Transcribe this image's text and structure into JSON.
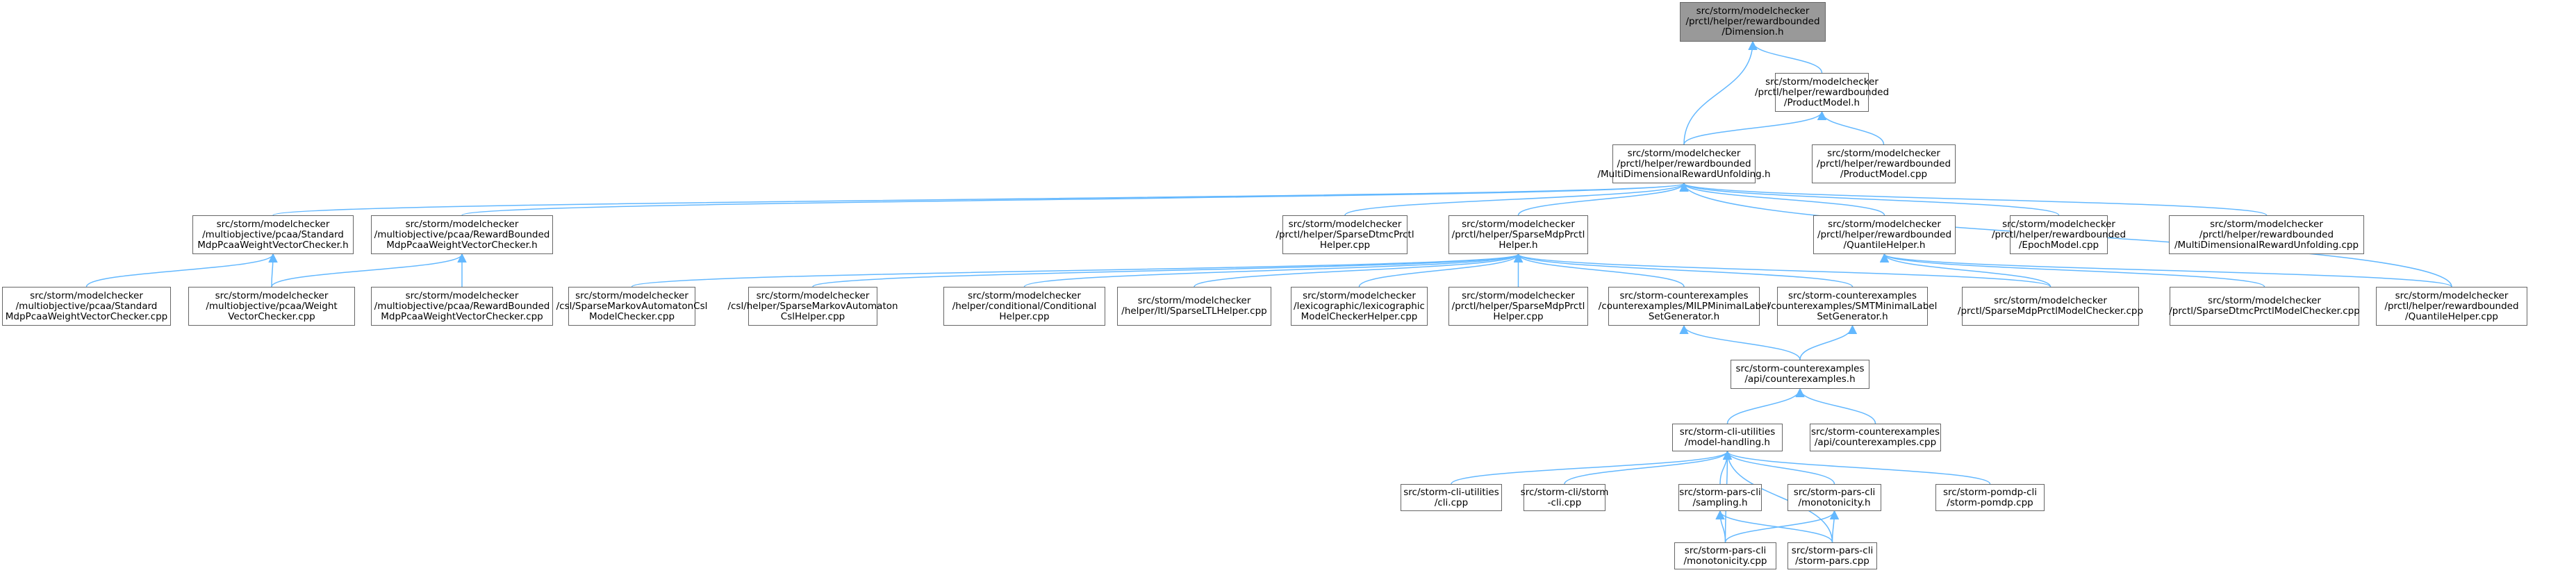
{
  "nodes": {
    "dimension_h": {
      "label": "src/storm/modelchecker\n/prctl/helper/rewardbounded\n/Dimension.h"
    },
    "productmodel_h": {
      "label": "src/storm/modelchecker\n/prctl/helper/rewardbounded\n/ProductModel.h"
    },
    "mdru_h": {
      "label": "src/storm/modelchecker\n/prctl/helper/rewardbounded\n/MultiDimensionalRewardUnfolding.h"
    },
    "productmodel_cpp": {
      "label": "src/storm/modelchecker\n/prctl/helper/rewardbounded\n/ProductModel.cpp"
    },
    "std_wvc_h": {
      "label": "src/storm/modelchecker\n/multiobjective/pcaa/Standard\nMdpPcaaWeightVectorChecker.h"
    },
    "rb_wvc_h": {
      "label": "src/storm/modelchecker\n/multiobjective/pcaa/RewardBounded\nMdpPcaaWeightVectorChecker.h"
    },
    "sparsedtmc_helper_cpp": {
      "label": "src/storm/modelchecker\n/prctl/helper/SparseDtmcPrctl\nHelper.cpp"
    },
    "sparsemdp_helper_h": {
      "label": "src/storm/modelchecker\n/prctl/helper/SparseMdpPrctl\nHelper.h"
    },
    "quantilehelper_h": {
      "label": "src/storm/modelchecker\n/prctl/helper/rewardbounded\n/QuantileHelper.h"
    },
    "epochmodel_cpp": {
      "label": "src/storm/modelchecker\n/prctl/helper/rewardbounded\n/EpochModel.cpp"
    },
    "mdru_cpp": {
      "label": "src/storm/modelchecker\n/prctl/helper/rewardbounded\n/MultiDimensionalRewardUnfolding.cpp"
    },
    "std_wvc_cpp": {
      "label": "src/storm/modelchecker\n/multiobjective/pcaa/Standard\nMdpPcaaWeightVectorChecker.cpp"
    },
    "wvc_cpp": {
      "label": "src/storm/modelchecker\n/multiobjective/pcaa/Weight\nVectorChecker.cpp"
    },
    "rb_wvc_cpp": {
      "label": "src/storm/modelchecker\n/multiobjective/pcaa/RewardBounded\nMdpPcaaWeightVectorChecker.cpp"
    },
    "csl_smac_cpp": {
      "label": "src/storm/modelchecker\n/csl/SparseMarkovAutomatonCsl\nModelChecker.cpp"
    },
    "csl_smacsl_helper_cpp": {
      "label": "src/storm/modelchecker\n/csl/helper/SparseMarkovAutomaton\nCslHelper.cpp"
    },
    "conditional_helper_cpp": {
      "label": "src/storm/modelchecker\n/helper/conditional/Conditional\nHelper.cpp"
    },
    "sparseltl_helper_cpp": {
      "label": "src/storm/modelchecker\n/helper/ltl/SparseLTLHelper.cpp"
    },
    "lexico_helper_cpp": {
      "label": "src/storm/modelchecker\n/lexicographic/lexicographic\nModelCheckerHelper.cpp"
    },
    "sparsemdp_helper_cpp": {
      "label": "src/storm/modelchecker\n/prctl/helper/SparseMdpPrctl\nHelper.cpp"
    },
    "milp_h": {
      "label": "src/storm-counterexamples\n/counterexamples/MILPMinimalLabel\nSetGenerator.h"
    },
    "smt_h": {
      "label": "src/storm-counterexamples\n/counterexamples/SMTMinimalLabel\nSetGenerator.h"
    },
    "sparsemdp_mc_cpp": {
      "label": "src/storm/modelchecker\n/prctl/SparseMdpPrctlModelChecker.cpp"
    },
    "sparsedtmc_mc_cpp": {
      "label": "src/storm/modelchecker\n/prctl/SparseDtmcPrctlModelChecker.cpp"
    },
    "quantilehelper_cpp": {
      "label": "src/storm/modelchecker\n/prctl/helper/rewardbounded\n/QuantileHelper.cpp"
    },
    "api_counterexamples_h": {
      "label": "src/storm-counterexamples\n/api/counterexamples.h"
    },
    "model_handling_h": {
      "label": "src/storm-cli-utilities\n/model-handling.h"
    },
    "api_counterexamples_cpp": {
      "label": "src/storm-counterexamples\n/api/counterexamples.cpp"
    },
    "cli_cpp": {
      "label": "src/storm-cli-utilities\n/cli.cpp"
    },
    "storm_cli_cpp": {
      "label": "src/storm-cli/storm\n-cli.cpp"
    },
    "sampling_h": {
      "label": "src/storm-pars-cli\n/sampling.h"
    },
    "monotonicity_h": {
      "label": "src/storm-pars-cli\n/monotonicity.h"
    },
    "storm_pomdp_cpp": {
      "label": "src/storm-pomdp-cli\n/storm-pomdp.cpp"
    },
    "monotonicity_cpp": {
      "label": "src/storm-pars-cli\n/monotonicity.cpp"
    },
    "storm_pars_cpp": {
      "label": "src/storm-pars-cli\n/storm-pars.cpp"
    }
  },
  "edges": [
    [
      "productmodel_h",
      "dimension_h"
    ],
    [
      "mdru_h",
      "dimension_h"
    ],
    [
      "mdru_h",
      "productmodel_h"
    ],
    [
      "productmodel_cpp",
      "productmodel_h"
    ],
    [
      "std_wvc_h",
      "mdru_h"
    ],
    [
      "rb_wvc_h",
      "mdru_h"
    ],
    [
      "sparsedtmc_helper_cpp",
      "mdru_h"
    ],
    [
      "sparsemdp_helper_h",
      "mdru_h"
    ],
    [
      "quantilehelper_h",
      "mdru_h"
    ],
    [
      "epochmodel_cpp",
      "mdru_h"
    ],
    [
      "mdru_cpp",
      "mdru_h"
    ],
    [
      "quantilehelper_cpp",
      "mdru_h"
    ],
    [
      "std_wvc_cpp",
      "std_wvc_h"
    ],
    [
      "wvc_cpp",
      "std_wvc_h"
    ],
    [
      "wvc_cpp",
      "rb_wvc_h"
    ],
    [
      "rb_wvc_cpp",
      "rb_wvc_h"
    ],
    [
      "csl_smac_cpp",
      "sparsemdp_helper_h"
    ],
    [
      "csl_smacsl_helper_cpp",
      "sparsemdp_helper_h"
    ],
    [
      "conditional_helper_cpp",
      "sparsemdp_helper_h"
    ],
    [
      "sparseltl_helper_cpp",
      "sparsemdp_helper_h"
    ],
    [
      "lexico_helper_cpp",
      "sparsemdp_helper_h"
    ],
    [
      "sparsemdp_helper_cpp",
      "sparsemdp_helper_h"
    ],
    [
      "milp_h",
      "sparsemdp_helper_h"
    ],
    [
      "smt_h",
      "sparsemdp_helper_h"
    ],
    [
      "sparsemdp_mc_cpp",
      "sparsemdp_helper_h"
    ],
    [
      "sparsemdp_mc_cpp",
      "quantilehelper_h"
    ],
    [
      "sparsedtmc_mc_cpp",
      "quantilehelper_h"
    ],
    [
      "quantilehelper_cpp",
      "quantilehelper_h"
    ],
    [
      "api_counterexamples_h",
      "milp_h"
    ],
    [
      "api_counterexamples_h",
      "smt_h"
    ],
    [
      "model_handling_h",
      "api_counterexamples_h"
    ],
    [
      "api_counterexamples_cpp",
      "api_counterexamples_h"
    ],
    [
      "cli_cpp",
      "model_handling_h"
    ],
    [
      "storm_cli_cpp",
      "model_handling_h"
    ],
    [
      "sampling_h",
      "model_handling_h"
    ],
    [
      "monotonicity_h",
      "model_handling_h"
    ],
    [
      "storm_pomdp_cpp",
      "model_handling_h"
    ],
    [
      "monotonicity_cpp",
      "model_handling_h"
    ],
    [
      "storm_pars_cpp",
      "model_handling_h"
    ],
    [
      "monotonicity_cpp",
      "sampling_h"
    ],
    [
      "storm_pars_cpp",
      "sampling_h"
    ],
    [
      "monotonicity_cpp",
      "monotonicity_h"
    ],
    [
      "storm_pars_cpp",
      "monotonicity_h"
    ]
  ],
  "colors": {
    "edge": "#63b8ff",
    "node_border": "#666666",
    "root_fill": "#999999",
    "node_fill": "#ffffff"
  }
}
